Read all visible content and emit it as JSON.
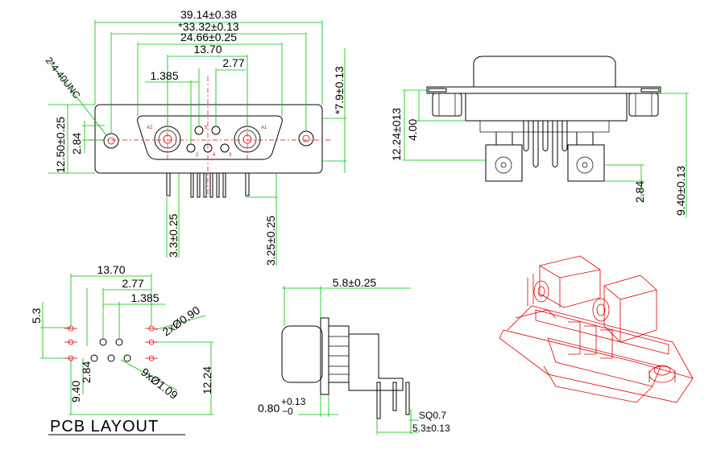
{
  "front_view": {
    "dim_overall": "39.14±0.38",
    "dim_mount": "*33.32±0.13",
    "dim_shell": "24.66±0.25",
    "dim_coax_pitch": "13.70",
    "dim_sig_pitch": "2.77",
    "dim_row_offset": "1.385",
    "dim_height": "12.50±0.25",
    "dim_half": "2.84",
    "dim_depth": "*7.9±0.13",
    "screw": "2*4-40UNC",
    "dim_tail_left": "3.3±0.25",
    "dim_tail_right": "3.25±0.25",
    "pin_a2": "A2",
    "pin_a1": "A1",
    "pin_2": "2",
    "pin_3": "3",
    "pin_4": "4",
    "pin_5": "5"
  },
  "side_view": {
    "dim_total": "12.24±013",
    "dim_4": "4.00",
    "dim_284": "2.84",
    "dim_940": "9.40±0.13"
  },
  "pcb_layout": {
    "title": "PCB  LAYOUT",
    "dim_1370": "13.70",
    "dim_277": "2.77",
    "dim_1385": "1.385",
    "dim_53": "5.3",
    "dim_hole_big": "2xØ0.90",
    "dim_hole_small": "9xØ1.09",
    "dim_940": "9.40",
    "dim_284": "2.84",
    "dim_1224": "12.24"
  },
  "profile_view": {
    "dim_58": "5.8±0.25",
    "dim_080_base": "0.80",
    "dim_080_plus": "+0.13",
    "dim_080_minus": "−0",
    "dim_sq": "SQ0.7",
    "dim_53": "5.3±0.13"
  }
}
